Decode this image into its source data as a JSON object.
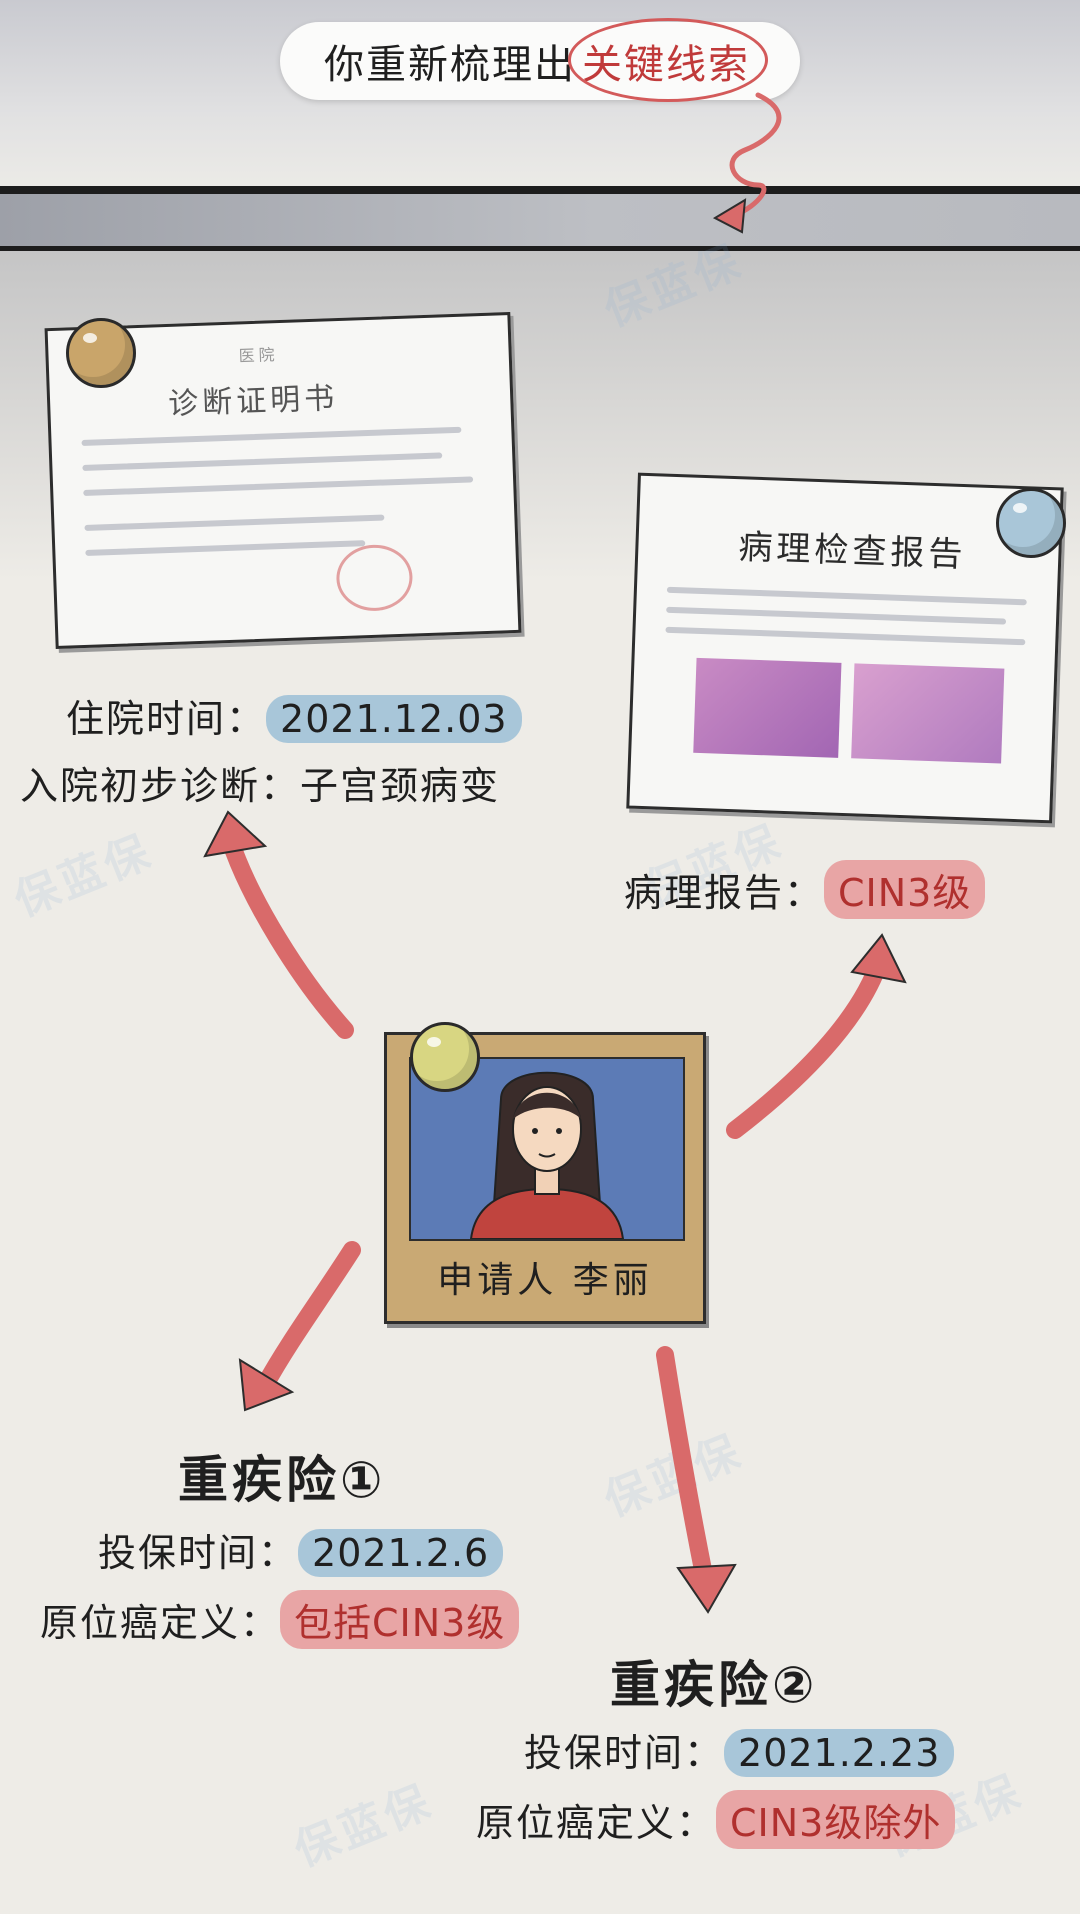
{
  "title": {
    "prefix": "你重新梳理出",
    "highlight": "关键线索"
  },
  "watermark": "保蓝保",
  "diagnosis_doc": {
    "header": "诊断证明书",
    "hospital": "医院"
  },
  "admission": {
    "time_label": "住院时间：",
    "time_value": "2021.12.03",
    "diag_label": "入院初步诊断：",
    "diag_value": "子宫颈病变"
  },
  "pathology_doc": {
    "header": "病理检查报告"
  },
  "pathology": {
    "label": "病理报告：",
    "value": "CIN3级"
  },
  "applicant": {
    "caption": "申请人 李丽"
  },
  "policy1": {
    "title": "重疾险①",
    "time_label": "投保时间：",
    "time_value": "2021.2.6",
    "def_label": "原位癌定义：",
    "def_value": "包括CIN3级"
  },
  "policy2": {
    "title": "重疾险②",
    "time_label": "投保时间：",
    "time_value": "2021.2.23",
    "def_label": "原位癌定义：",
    "def_value": "CIN3级除外"
  },
  "colors": {
    "accent_red": "#d96a6a",
    "tag_blue": "#a8c6d9",
    "tag_red": "#e8a5a5",
    "photo_frame": "#c9a974",
    "photo_bg": "#5c7bb6"
  }
}
